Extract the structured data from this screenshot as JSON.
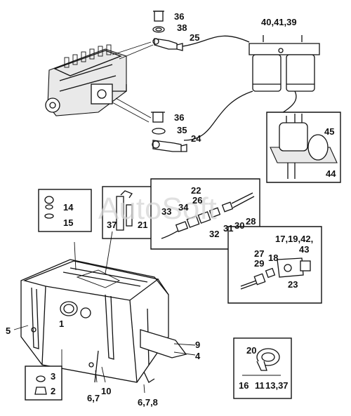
{
  "watermark": "AutoSoft",
  "labels": {
    "l36a": "36",
    "l38": "38",
    "l25": "25",
    "l404139": "40,41,39",
    "l36b": "36",
    "l35": "35",
    "l24": "24",
    "l45": "45",
    "l44": "44",
    "l14": "14",
    "l15": "15",
    "l37": "37",
    "l21": "21",
    "l22": "22",
    "l26": "26",
    "l33": "33",
    "l34": "34",
    "l31": "31",
    "l32": "32",
    "l30": "30",
    "l28": "28",
    "l17194243": "17,19,42,",
    "l43": "43",
    "l27": "27",
    "l18": "18",
    "l29": "29",
    "l23": "23",
    "l1": "1",
    "l5": "5",
    "l9": "9",
    "l4": "4",
    "l3": "3",
    "l2": "2",
    "l67": "6,7",
    "l10": "10",
    "l678": "6,7,8",
    "l20": "20",
    "l16": "16",
    "l11": "11",
    "l1337": "13,37"
  }
}
